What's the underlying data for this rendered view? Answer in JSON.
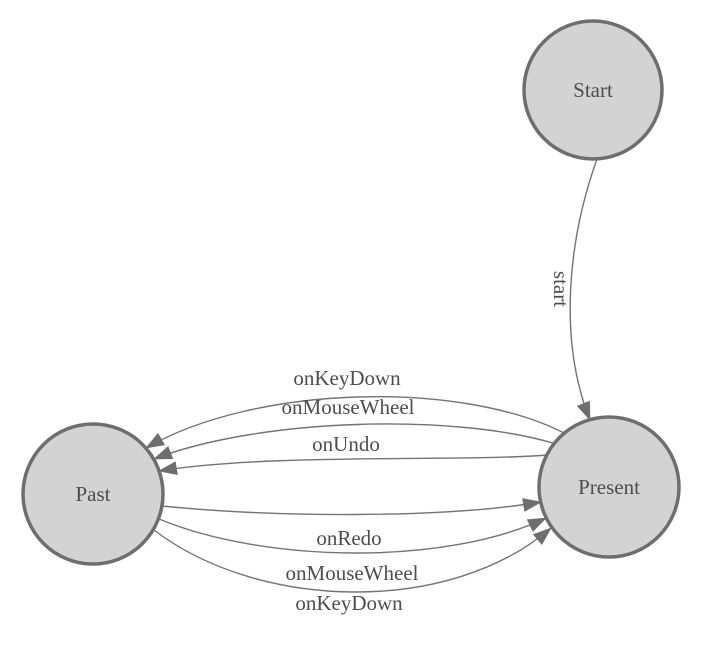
{
  "diagram": {
    "type": "state-diagram",
    "background": "#ffffff",
    "colors": {
      "node_fill": "#d3d3d3",
      "node_border": "#6e6e6e",
      "edge": "#737373",
      "arrow": "#6e6e6e",
      "text": "#4d4d4d"
    },
    "nodes": [
      {
        "id": "start",
        "label": "Start"
      },
      {
        "id": "present",
        "label": "Present"
      },
      {
        "id": "past",
        "label": "Past"
      }
    ],
    "edges": [
      {
        "from": "start",
        "to": "present",
        "label": "start"
      },
      {
        "from": "present",
        "to": "past",
        "label": "onKeyDown"
      },
      {
        "from": "present",
        "to": "past",
        "label": "onMouseWheel"
      },
      {
        "from": "present",
        "to": "past",
        "label": "onUndo"
      },
      {
        "from": "past",
        "to": "present",
        "label": "onRedo"
      },
      {
        "from": "past",
        "to": "present",
        "label": "onMouseWheel"
      },
      {
        "from": "past",
        "to": "present",
        "label": "onKeyDown"
      }
    ]
  }
}
